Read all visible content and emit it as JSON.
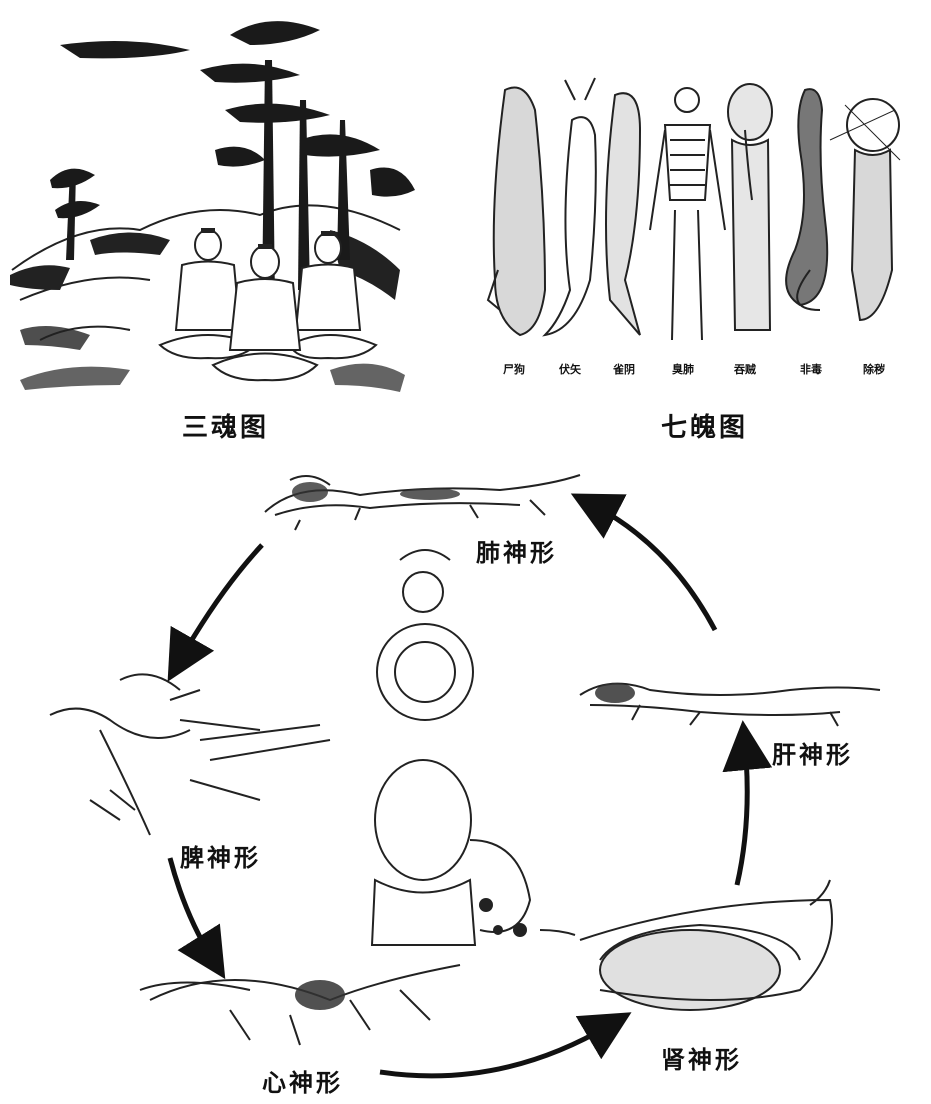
{
  "top": {
    "hun_caption": "三魂图",
    "po_caption": "七魄图",
    "po_labels": [
      "尸狗",
      "伏矢",
      "雀阴",
      "臭肺",
      "吞贼",
      "非毒",
      "除秽"
    ]
  },
  "cycle": {
    "lung": "肺神形",
    "liver": "肝神形",
    "spleen": "脾神形",
    "heart": "心神形",
    "kidney": "肾神形"
  },
  "colors": {
    "ink": "#111111",
    "skin": "#d8d8d8",
    "dark": "#555555"
  }
}
